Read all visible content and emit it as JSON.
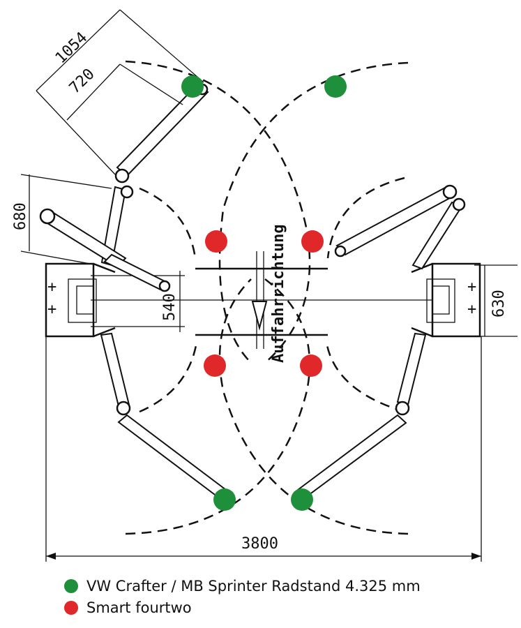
{
  "dimensions": {
    "arm_length_max": "1054",
    "arm_length_min": "720",
    "arm_offset": "680",
    "column_width": "630",
    "inner_width": "540",
    "overall_width": "3800"
  },
  "direction_label": "Auffahrrichtung",
  "legend": [
    {
      "label": "VW Crafter / MB Sprinter Radstand 4.325 mm",
      "color": "#1e8f3a"
    },
    {
      "label": "Smart fourtwo",
      "color": "#e0282a"
    }
  ],
  "colors": {
    "green_marker": "#1e8f3a",
    "red_marker": "#e0282a"
  }
}
